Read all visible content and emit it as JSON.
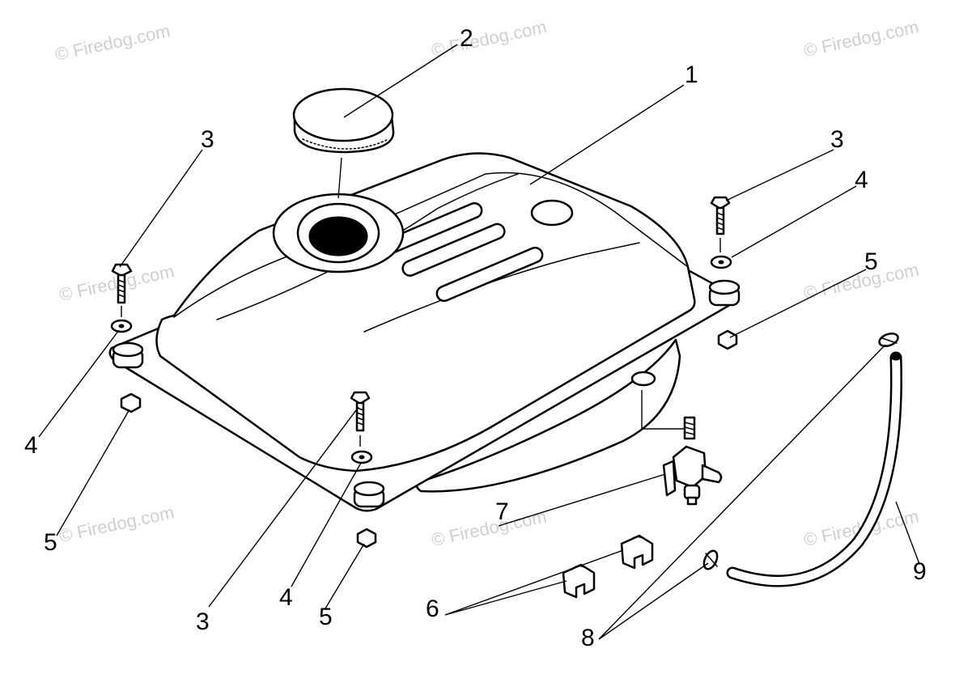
{
  "watermark": "© Firedog.com",
  "callouts": {
    "fuel_tank": "1",
    "fuel_cap": "2",
    "bolt": "3",
    "washer": "4",
    "nut": "5",
    "clip": "6",
    "fuel_valve": "7",
    "hose_clamp": "8",
    "fuel_hose": "9"
  }
}
